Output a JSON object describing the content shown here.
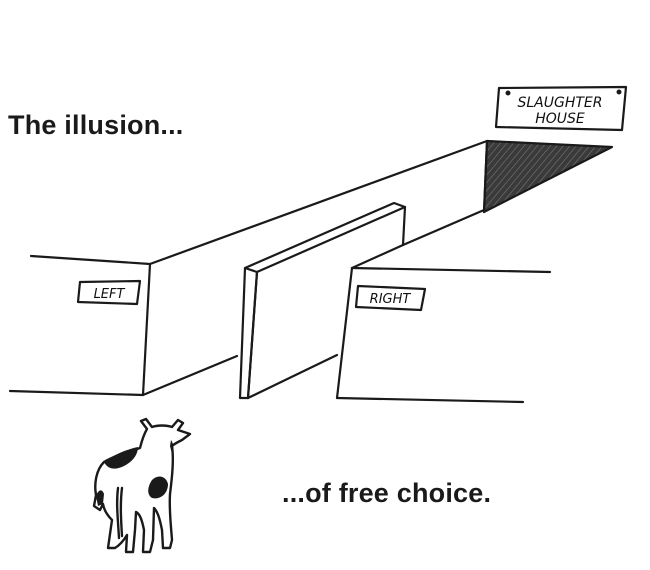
{
  "captions": {
    "top": "The illusion...",
    "bottom": "...of free choice."
  },
  "signs": {
    "left": "LEFT",
    "right": "RIGHT",
    "destination_line1": "SLAUGHTER",
    "destination_line2": "HOUSE"
  },
  "colors": {
    "background": "#ffffff",
    "ink": "#1a1a1a",
    "shadow": "#3a3a3a"
  }
}
